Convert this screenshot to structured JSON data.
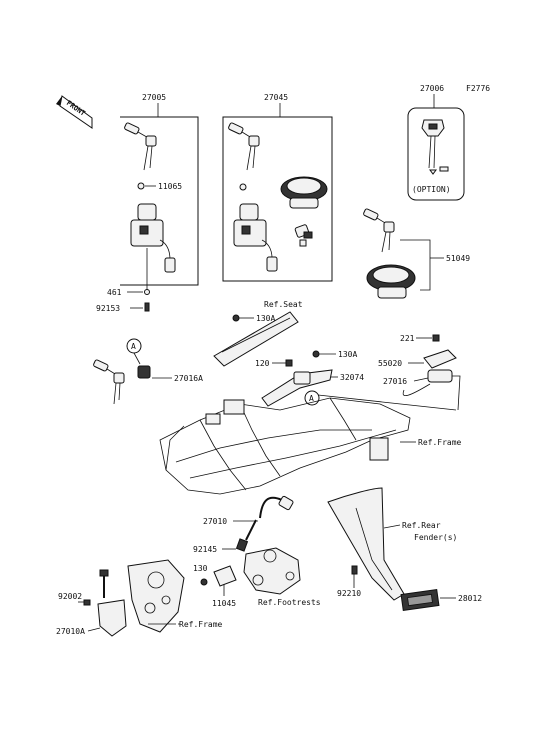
{
  "figure_code": "F2776",
  "front_label": "FRONT",
  "option_label": "(OPTION)",
  "labels": {
    "p27005": "27005",
    "p27045": "27045",
    "p27006": "27006",
    "p11065": "11065",
    "p461": "461",
    "p92153": "92153",
    "p51049": "51049",
    "ref_seat": "Ref.Seat",
    "p130A_a": "130A",
    "p130A_b": "130A",
    "p221": "221",
    "p55020": "55020",
    "p27016": "27016",
    "p120": "120",
    "p32074": "32074",
    "p27016A": "27016A",
    "callout_a1": "A",
    "callout_a2": "A",
    "ref_frame_1": "Ref.Frame",
    "p27010": "27010",
    "p92145": "92145",
    "p130": "130",
    "p11045": "11045",
    "ref_footrests": "Ref.Footrests",
    "ref_rear_fender_1": "Ref.Rear",
    "ref_rear_fender_2": "Fender(s)",
    "p92210": "92210",
    "p28012": "28012",
    "p92002": "92002",
    "p27010A": "27010A",
    "ref_frame_2": "Ref.Frame"
  }
}
